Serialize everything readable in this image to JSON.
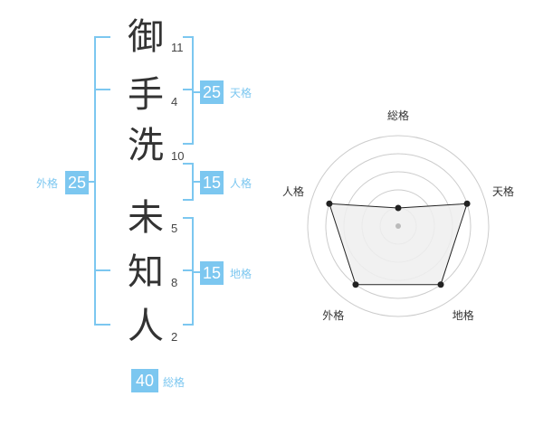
{
  "name": {
    "chars": [
      {
        "char": "御",
        "strokes": "11"
      },
      {
        "char": "手",
        "strokes": "4"
      },
      {
        "char": "洗",
        "strokes": "10"
      },
      {
        "char": "未",
        "strokes": "5"
      },
      {
        "char": "知",
        "strokes": "8"
      },
      {
        "char": "人",
        "strokes": "2"
      }
    ]
  },
  "kakusu": {
    "tenkaku": {
      "value": "25",
      "label": "天格"
    },
    "jinkaku": {
      "value": "15",
      "label": "人格"
    },
    "chikaku": {
      "value": "15",
      "label": "地格"
    },
    "gaikaku": {
      "value": "25",
      "label": "外格"
    },
    "soukaku": {
      "value": "40",
      "label": "総格"
    }
  },
  "colors": {
    "accent": "#7cc7f0",
    "text": "#333333",
    "grid": "#cccccc",
    "fill": "#eeeeee"
  },
  "chart_data": {
    "type": "radar",
    "axes": [
      "総格",
      "天格",
      "地格",
      "外格",
      "人格"
    ],
    "rings": 5,
    "values": [
      1,
      4,
      4,
      4,
      4
    ],
    "max": 5
  }
}
